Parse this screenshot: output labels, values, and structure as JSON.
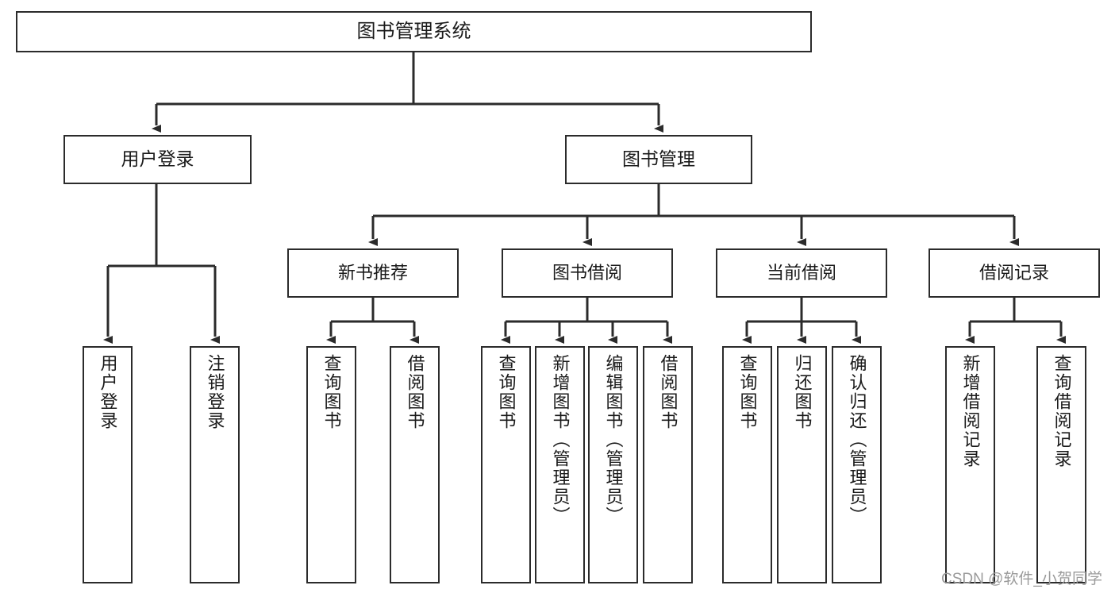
{
  "diagram": {
    "type": "tree",
    "title": "图书管理系统",
    "orientation": "top-down",
    "colors": {
      "box_border": "#2b2b2b",
      "box_fill": "#ffffff",
      "connector": "#2b2b2b",
      "text": "#1a1a1a",
      "watermark": "#9a9a9a",
      "background": "#ffffff"
    },
    "root": {
      "label": "图书管理系统"
    },
    "level1": [
      {
        "label": "用户登录"
      },
      {
        "label": "图书管理"
      }
    ],
    "level2": [
      {
        "label": "新书推荐"
      },
      {
        "label": "图书借阅"
      },
      {
        "label": "当前借阅"
      },
      {
        "label": "借阅记录"
      }
    ],
    "leaves": {
      "user_login": [
        {
          "label": "用户登录"
        },
        {
          "label": "注销登录"
        }
      ],
      "new_book_recommend": [
        {
          "label": "查询图书"
        },
        {
          "label": "借阅图书"
        }
      ],
      "book_borrow": [
        {
          "label": "查询图书"
        },
        {
          "label": "新增图书（管理员）"
        },
        {
          "label": "编辑图书（管理员）"
        },
        {
          "label": "借阅图书"
        }
      ],
      "current_borrow": [
        {
          "label": "查询图书"
        },
        {
          "label": "归还图书"
        },
        {
          "label": "确认归还（管理员）"
        }
      ],
      "borrow_record": [
        {
          "label": "新增借阅记录"
        },
        {
          "label": "查询借阅记录"
        }
      ]
    }
  },
  "watermark": {
    "text": "CSDN @软件_小贺同学"
  }
}
